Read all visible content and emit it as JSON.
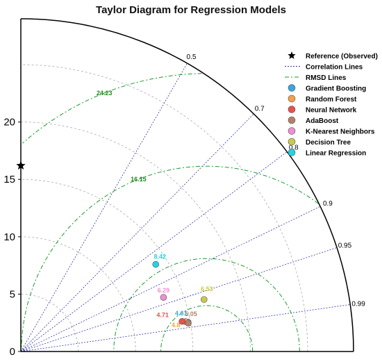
{
  "chart_data": {
    "type": "taylor",
    "title": "Taylor Diagram for Regression Models",
    "r_max": 29,
    "reference": {
      "label": "Reference (Observed)",
      "std": 16.2
    },
    "radial_ticks": [
      "0",
      "5",
      "10",
      "15",
      "20"
    ],
    "radial_tick_values": [
      0,
      5,
      10,
      15,
      20
    ],
    "correlation_ticks": [
      "0.99",
      "0.95",
      "0.9",
      "0.8",
      "0.7",
      "0.5"
    ],
    "correlation_tick_values": [
      0.99,
      0.95,
      0.9,
      0.8,
      0.7,
      0.5
    ],
    "std_arcs": [
      5,
      10,
      15,
      20,
      25
    ],
    "correlation_lines_label": "Correlation Lines",
    "rmsd_lines_label": "RMSD Lines",
    "rmsd_contours": [
      {
        "value": 4.0,
        "label": ""
      },
      {
        "value": 8.1,
        "label": ""
      },
      {
        "value": 16.15,
        "label": "16.15"
      },
      {
        "value": 24.23,
        "label": "24.23"
      }
    ],
    "series": [
      {
        "name": "Gradient Boosting",
        "std": 14.8,
        "corr": 0.985,
        "label": "4.61",
        "color": "#3aa6dd"
      },
      {
        "name": "Random Forest",
        "std": 14.6,
        "corr": 0.984,
        "label": "4.8",
        "color": "#f59e4c"
      },
      {
        "name": "Neural Network",
        "std": 14.3,
        "corr": 0.983,
        "label": "4.71",
        "color": "#e7514a"
      },
      {
        "name": "AdaBoost",
        "std": 14.8,
        "corr": 0.986,
        "label": "5.05",
        "color": "#b48069"
      },
      {
        "name": "K-Nearest Neighbors",
        "std": 13.3,
        "corr": 0.935,
        "label": "6.29",
        "color": "#ee8fd0"
      },
      {
        "name": "Decision Tree",
        "std": 16.6,
        "corr": 0.962,
        "label": "6.53",
        "color": "#c9c94c"
      },
      {
        "name": "Linear Regression",
        "std": 14.0,
        "corr": 0.84,
        "label": "8.42",
        "color": "#22d3e6"
      }
    ],
    "colors": {
      "reference": "#000000",
      "correlation_line": "#3333aa",
      "rmsd_line": "#1a9a2a",
      "rmsd_label": "#1a8a1a",
      "std_arc": "#aaaaaa"
    },
    "legend_position": "top-right",
    "grid": true
  }
}
